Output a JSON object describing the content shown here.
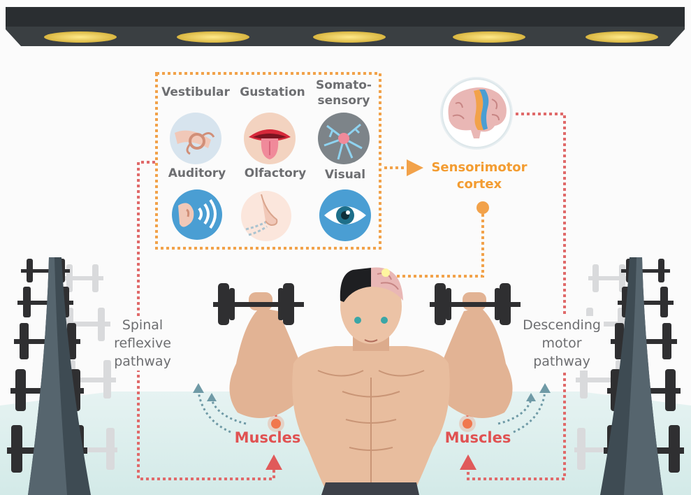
{
  "senses": {
    "vestibular": "Vestibular",
    "gustation": "Gustation",
    "somato_line1": "Somato-",
    "somato_line2": "sensory",
    "auditory": "Auditory",
    "olfactory": "Olfactory",
    "visual": "Visual"
  },
  "cortex": {
    "line1": "Sensorimotor",
    "line2": "cortex"
  },
  "pathways": {
    "spinal": [
      "Spinal",
      "reflexive",
      "pathway"
    ],
    "descending": [
      "Descending",
      "motor",
      "pathway"
    ]
  },
  "muscles": {
    "left": "Muscles",
    "right": "Muscles"
  },
  "colors": {
    "sensory_box": "#f2a24a",
    "pathway_line": "#e06a6a",
    "cortex_text": "#f39c31",
    "muscle_text": "#e05252",
    "label_gray": "#6d6e71",
    "reflex_arrow": "#6f9aa6"
  },
  "icons": [
    "vestibular-icon",
    "tongue-icon",
    "neuron-icon",
    "ear-icon",
    "nose-icon",
    "eye-icon",
    "brain-icon"
  ]
}
